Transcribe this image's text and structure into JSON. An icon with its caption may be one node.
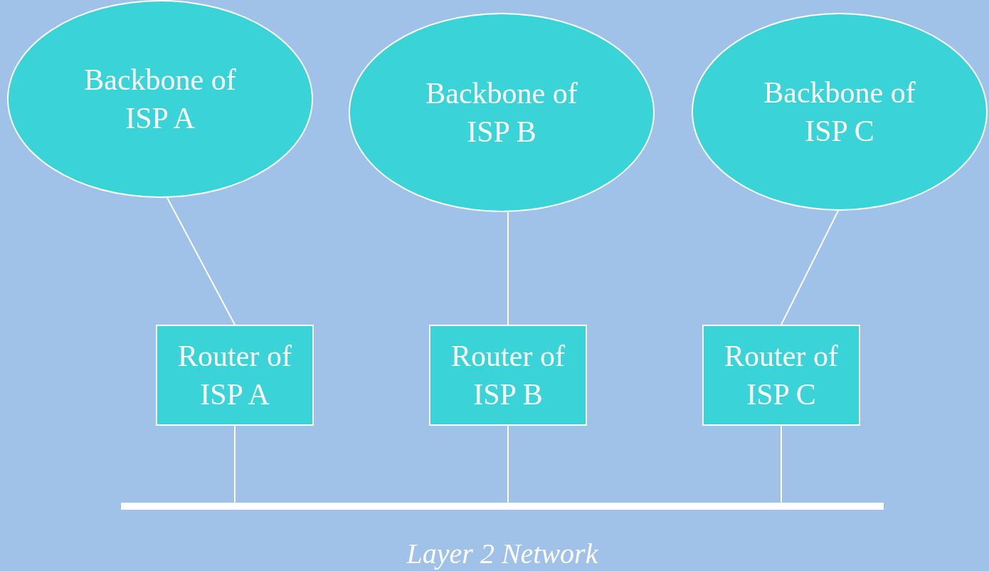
{
  "diagram": {
    "nodes": [
      {
        "text": [
          "Backbone of ISP A"
        ]
      },
      {
        "text": [
          "Backbone of ISP B"
        ]
      },
      {
        "text": [
          "Backbone of ISP C"
        ]
      },
      {
        "text": [
          "Router of ISP A"
        ]
      },
      {
        "text": [
          "Router of ISP B"
        ]
      },
      {
        "text": [
          "Router of ISP C"
        ]
      },
      {
        "text": [],
        "shape": "bar",
        "beside": [
          "Layer 2 Network"
        ]
      }
    ],
    "edges": [
      {
        "from": 0,
        "to": 3,
        "arrow": "none"
      },
      {
        "from": 1,
        "to": 4,
        "arrow": "none"
      },
      {
        "from": 2,
        "to": 5,
        "arrow": "none"
      },
      {
        "from": 3,
        "to": 6,
        "arrow": "none"
      },
      {
        "from": 4,
        "to": 6,
        "arrow": "none"
      },
      {
        "from": 5,
        "to": 6,
        "arrow": "none"
      }
    ]
  }
}
